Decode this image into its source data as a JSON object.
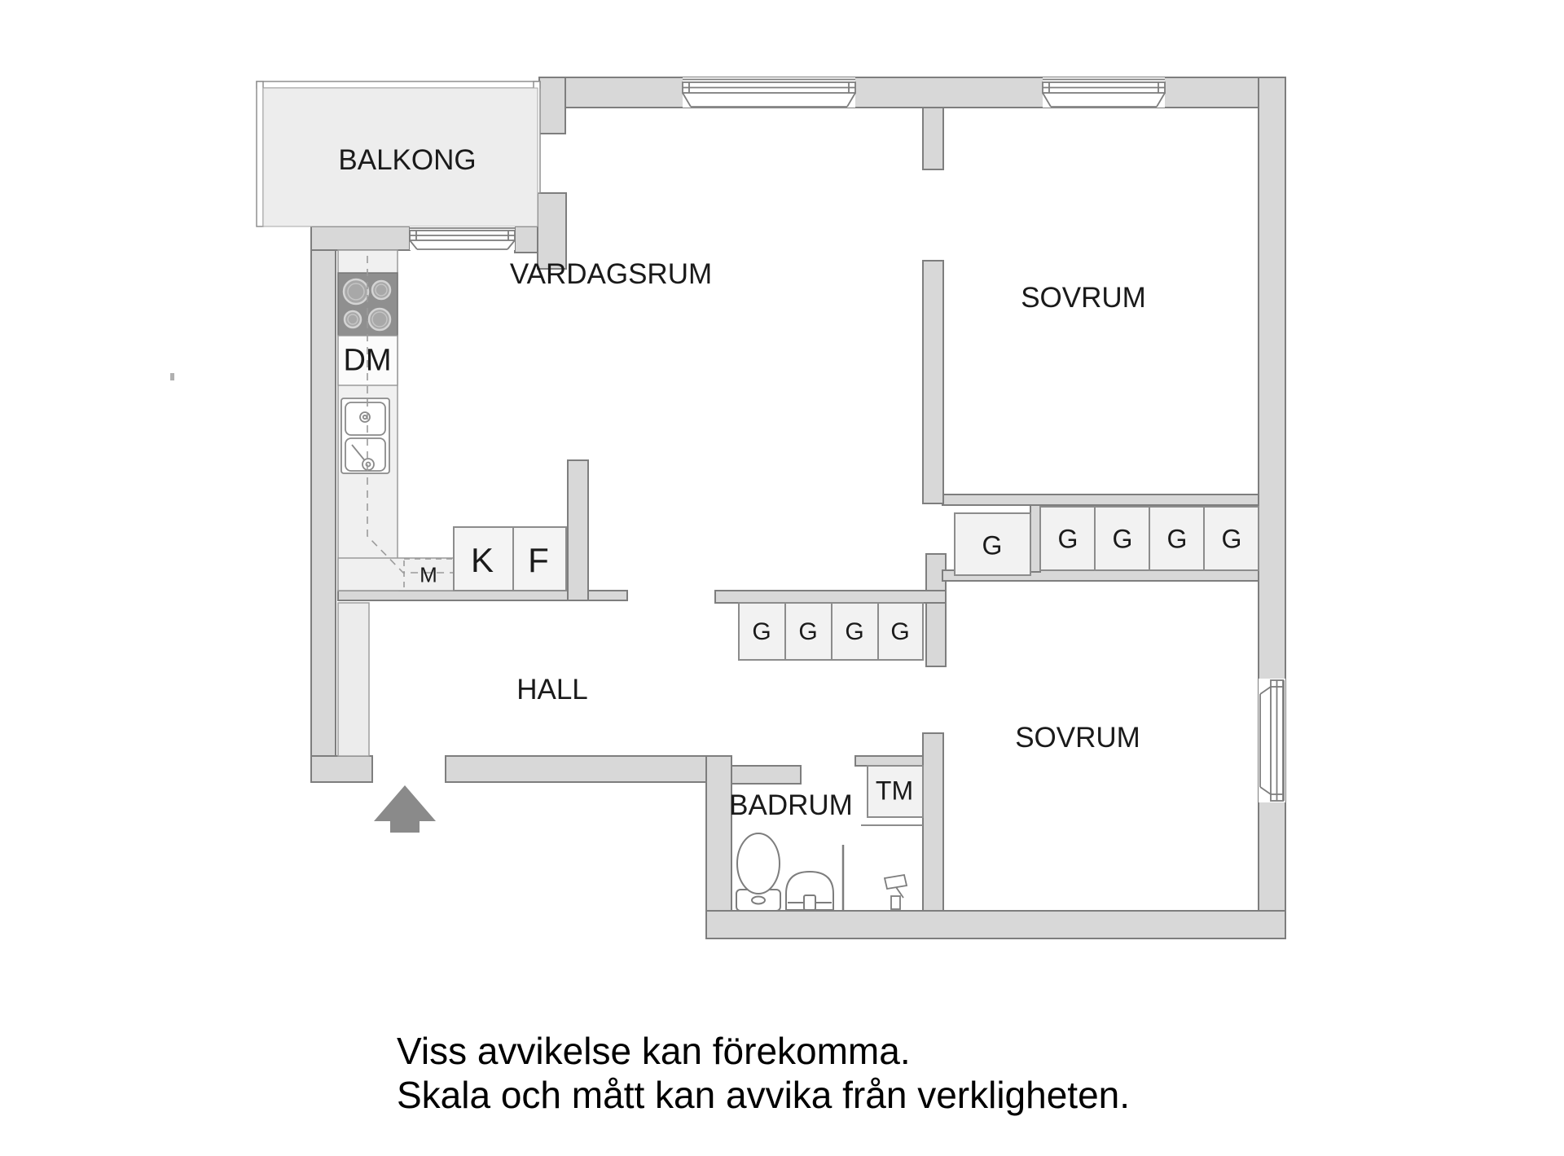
{
  "plan": {
    "rooms": {
      "balcony": "BALKONG",
      "living_room": "VARDAGSRUM",
      "bedroom_top": "SOVRUM",
      "bedroom_bottom": "SOVRUM",
      "hall": "HALL",
      "bathroom": "BADRUM"
    },
    "appliances": {
      "dishwasher": "DM",
      "bench": "M",
      "fridge": "K",
      "freezer": "F",
      "washing_machine": "TM"
    },
    "wardrobes": {
      "hall_row": [
        "G",
        "G",
        "G",
        "G"
      ],
      "bedroom_row": [
        "G",
        "G",
        "G",
        "G"
      ],
      "single": "G"
    },
    "disclaimer_lines": [
      "Viss avvikelse kan förekomma.",
      "Skala och mått kan avvika från verkligheten."
    ],
    "colors": {
      "wall_fill": "#d8d8d8",
      "wall_stroke": "#7e7e7e",
      "balcony_fill": "#ededed",
      "unit_fill": "#f2f2f2",
      "stove_fill": "#8f8f8f",
      "entry_arrow": "#8a8a8a",
      "label_text": "#1a1a1a"
    }
  }
}
